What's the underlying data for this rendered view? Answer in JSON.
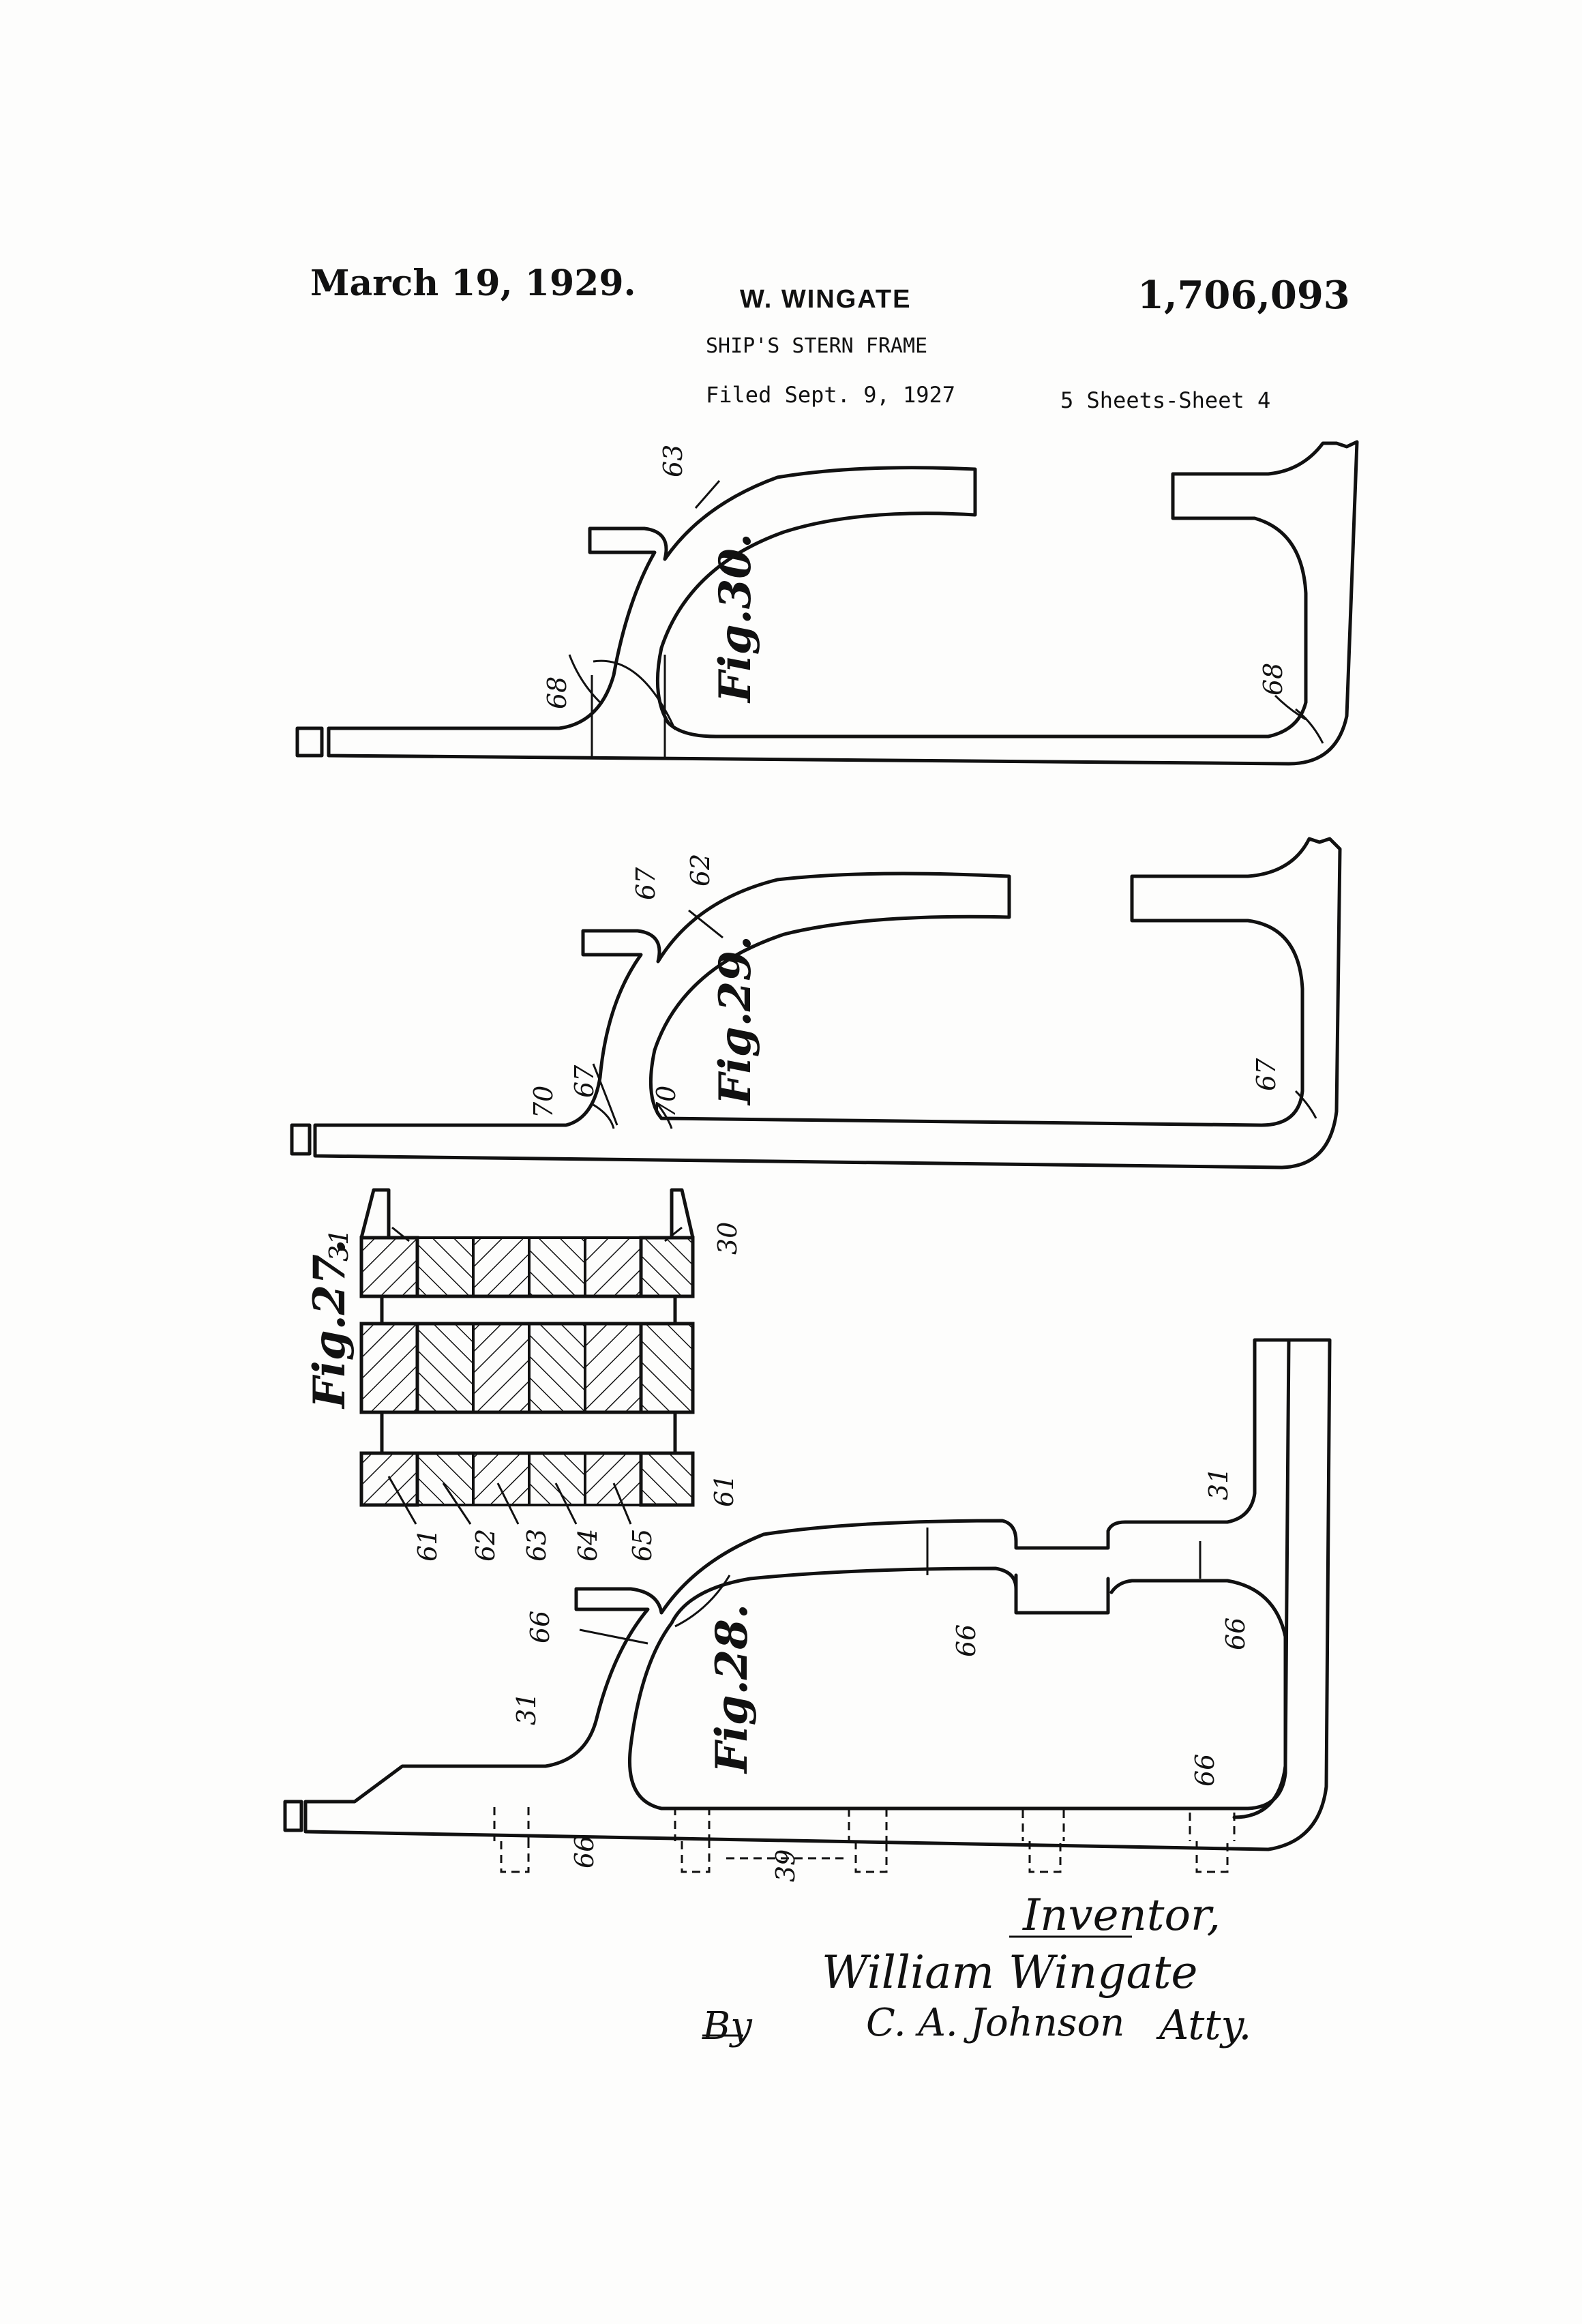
{
  "header": {
    "date": "March 19, 1929.",
    "inventor_name": "W. WINGATE",
    "patent_number": "1,706,093",
    "title": "SHIP'S STERN FRAME",
    "filed": "Filed Sept. 9, 1927",
    "sheets": "5 Sheets-Sheet 4"
  },
  "figures": {
    "fig30": {
      "label": "Fig.30.",
      "refs": [
        "63",
        "68",
        "68"
      ]
    },
    "fig29": {
      "label": "Fig.29.",
      "refs": [
        "67",
        "62",
        "70",
        "67",
        "70",
        "67"
      ]
    },
    "fig27": {
      "label": "Fig.27.",
      "refs": [
        "31",
        "30",
        "61",
        "62",
        "63",
        "64",
        "65"
      ]
    },
    "fig28": {
      "label": "Fig.28.",
      "refs": [
        "61",
        "31",
        "66",
        "66",
        "66",
        "31",
        "66",
        "66",
        "39"
      ]
    }
  },
  "signature": {
    "inventor_label": "Inventor,",
    "inventor_signature": "William Wingate",
    "by": "By",
    "attorney_signature": "C. A. Johnson",
    "atty": "Atty."
  }
}
